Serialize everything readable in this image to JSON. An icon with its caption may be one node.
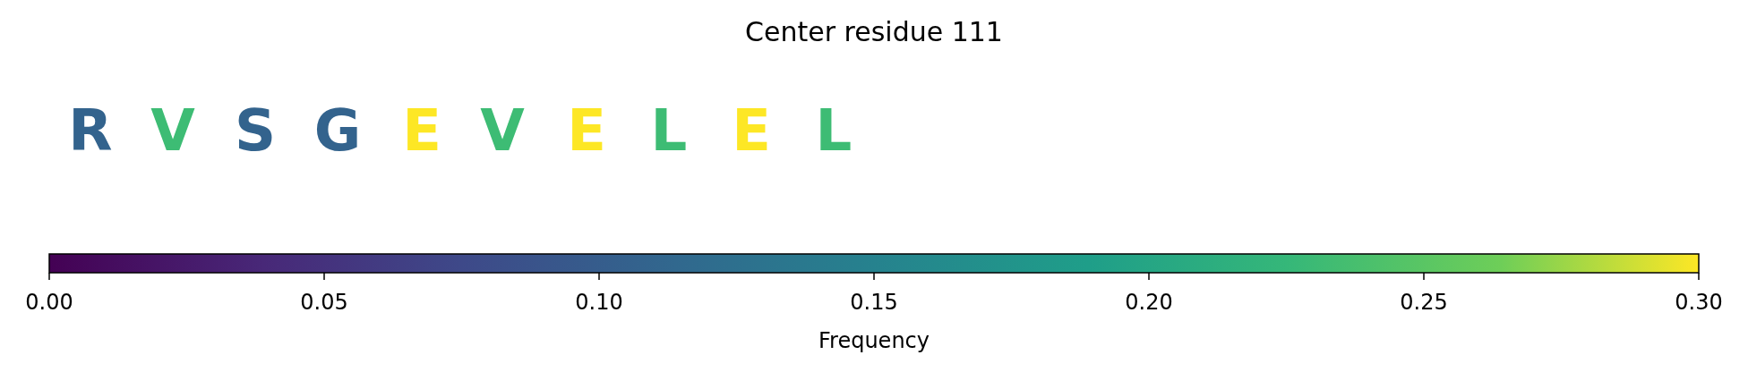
{
  "diagram": {
    "title": "Center residue 111",
    "labels": [
      "R",
      "V",
      "S",
      "G",
      "E",
      "V",
      "E",
      "L",
      "E",
      "L",
      "0.00",
      "0.05",
      "0.10",
      "0.15",
      "0.20",
      "0.25",
      "0.30",
      "Frequency"
    ]
  }
}
